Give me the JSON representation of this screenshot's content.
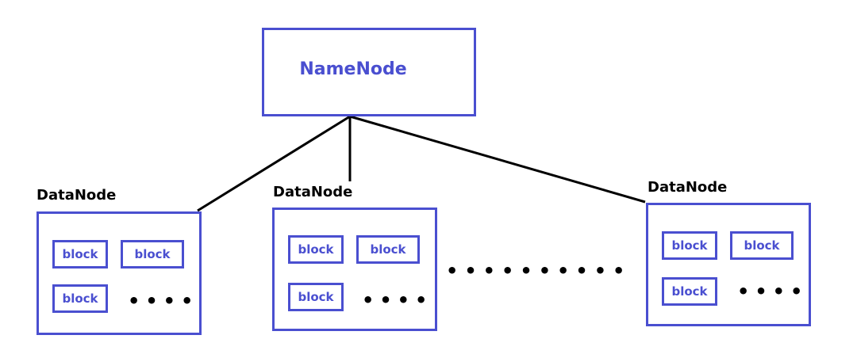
{
  "namenode": {
    "label": "NameNode"
  },
  "datanodes": [
    {
      "title": "DataNode",
      "blocks": [
        "block",
        "block",
        "block"
      ],
      "ellipsis": "••••"
    },
    {
      "title": "DataNode",
      "blocks": [
        "block",
        "block",
        "block"
      ],
      "ellipsis": "••••"
    },
    {
      "title": "DataNode",
      "blocks": [
        "block",
        "block",
        "block"
      ],
      "ellipsis": "••••"
    }
  ],
  "between_ellipsis": "••••••••••",
  "colors": {
    "accent": "#4a4fd0",
    "line": "#000000"
  }
}
